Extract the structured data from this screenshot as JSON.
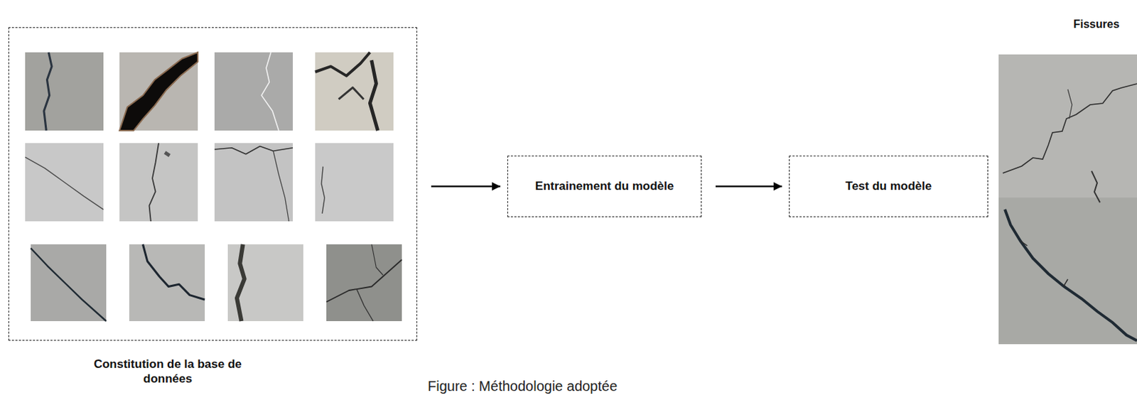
{
  "diagram": {
    "caption": "Figure : Méthodologie adoptée",
    "nodes": [
      {
        "text": [
          "Constitution de la base de données"
        ]
      },
      {
        "text": [
          "Entrainement du modèle"
        ]
      },
      {
        "text": [
          "Test du modèle"
        ]
      }
    ],
    "edges": [
      {
        "from": 0,
        "to": 1,
        "arrow": "to"
      },
      {
        "from": 1,
        "to": 2,
        "arrow": "to"
      }
    ],
    "labels": [
      "Fissures"
    ]
  }
}
